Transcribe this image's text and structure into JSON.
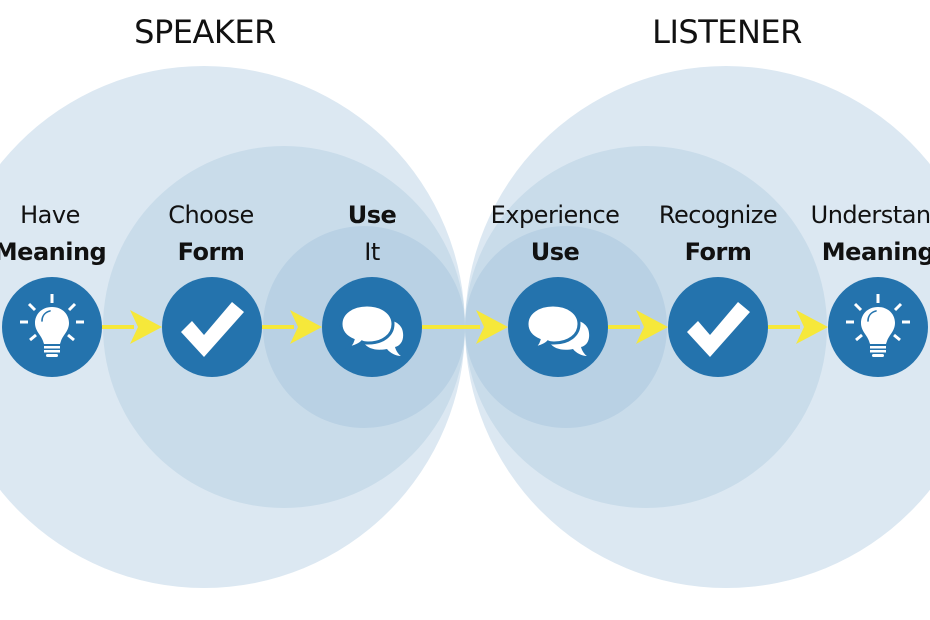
{
  "titles": {
    "speaker": "SPEAKER",
    "listener": "LISTENER"
  },
  "colors": {
    "background": "#ffffff",
    "outer_circle": "#dce8f2",
    "middle_circle": "#c9dcea",
    "inner_circle": "#b9d1e4",
    "icon_circle": "#2473ad",
    "icon_glyph": "#ffffff",
    "arrow": "#f6e83a",
    "text": "#111111"
  },
  "steps": [
    {
      "side": "speaker",
      "line1": "Have",
      "line2": "Meaning",
      "bold_line": 2,
      "icon": "lightbulb-icon"
    },
    {
      "side": "speaker",
      "line1": "Choose",
      "line2": "Form",
      "bold_line": 2,
      "icon": "checkmark-icon"
    },
    {
      "side": "speaker",
      "line1": "Use",
      "line2": "It",
      "bold_line": 1,
      "icon": "speech-bubbles-icon"
    },
    {
      "side": "listener",
      "line1": "Experience",
      "line2": "Use",
      "bold_line": 2,
      "icon": "speech-bubbles-icon"
    },
    {
      "side": "listener",
      "line1": "Recognize",
      "line2": "Form",
      "bold_line": 2,
      "icon": "checkmark-icon"
    },
    {
      "side": "listener",
      "line1": "Understand",
      "line2": "Meaning",
      "bold_line": 2,
      "icon": "lightbulb-icon"
    }
  ]
}
